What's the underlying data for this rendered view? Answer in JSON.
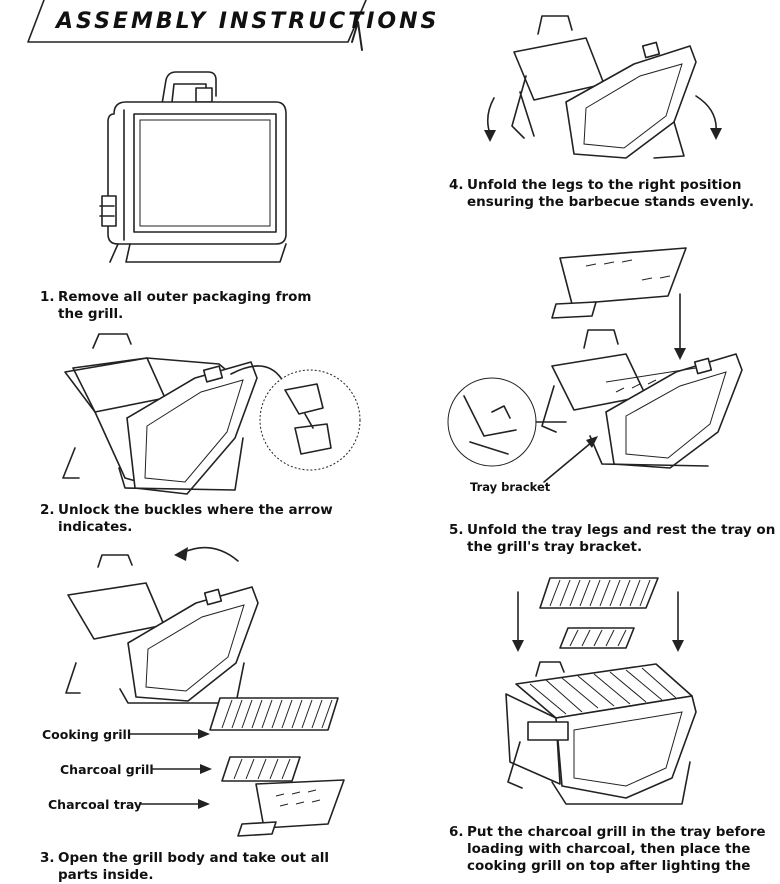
{
  "header": {
    "title": "ASSEMBLY INSTRUCTIONS"
  },
  "steps": [
    {
      "num": "1.",
      "line1": "Remove all outer packaging from",
      "line2": "the grill."
    },
    {
      "num": "2.",
      "line1": "Unlock the buckles where the arrow",
      "line2": "indicates."
    },
    {
      "num": "3.",
      "line1": "Open the grill body and take out all",
      "line2": "parts inside."
    },
    {
      "num": "4.",
      "line1": "Unfold the legs to the right position",
      "line2": "ensuring the barbecue stands evenly."
    },
    {
      "num": "5.",
      "line1": "Unfold the tray legs and rest the tray on",
      "line2": "the grill's tray bracket."
    },
    {
      "num": "6.",
      "line1": "Put the charcoal grill in the tray before",
      "line2": "loading with charcoal, then place the",
      "line3": "cooking grill on top after lighting the"
    }
  ],
  "part_labels": {
    "cooking_grill": "Cooking grill",
    "charcoal_grill": "Charcoal grill",
    "charcoal_tray": "Charcoal tray",
    "tray_bracket": "Tray bracket"
  },
  "icons": [
    "closed-grill",
    "unlocking-grill",
    "open-grill",
    "grill-with-legs",
    "tray-insert",
    "final-grill"
  ]
}
